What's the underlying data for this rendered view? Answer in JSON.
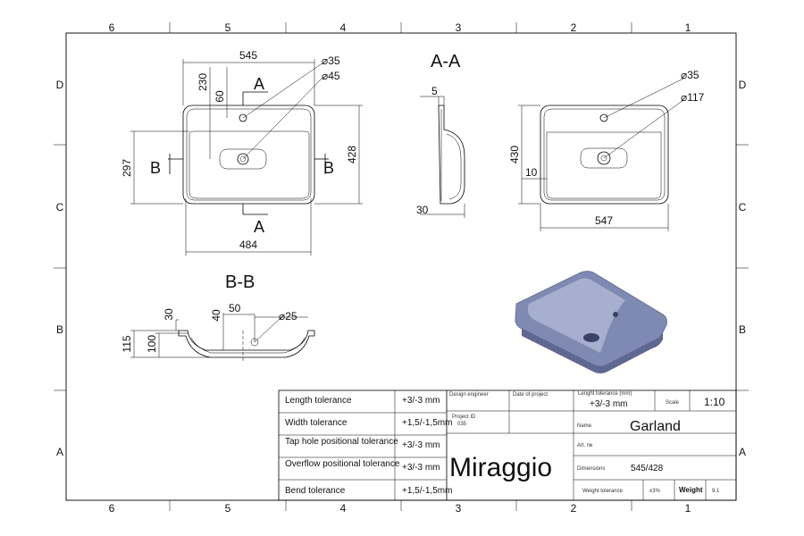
{
  "frame": {
    "col_labels": [
      "6",
      "5",
      "4",
      "3",
      "2",
      "1"
    ],
    "row_labels": [
      "D",
      "C",
      "B",
      "A"
    ]
  },
  "top_view": {
    "dim_width_top": "545",
    "dim_230": "230",
    "dim_60": "60",
    "dim_hole_35": "⌀35",
    "dim_hole_45": "⌀45",
    "dim_height_left": "297",
    "dim_height_right": "428",
    "dim_width_bottom": "484",
    "section_a": "A",
    "section_b": "B"
  },
  "side_view": {
    "title": "A-A",
    "dim_5": "5",
    "dim_30": "30"
  },
  "right_view": {
    "dim_hole_35": "⌀35",
    "dim_hole_117": "⌀117",
    "dim_430": "430",
    "dim_10": "10",
    "dim_547": "547"
  },
  "section_bb": {
    "title": "B-B",
    "dim_30": "30",
    "dim_40": "40",
    "dim_50": "50",
    "dim_hole_25": "⌀25",
    "dim_115": "115",
    "dim_100": "100"
  },
  "title_block": {
    "rows": [
      {
        "label": "Length tolerance",
        "value": "+3/-3 mm"
      },
      {
        "label": "Width tolerance",
        "value": "+1,5/-1,5mm"
      },
      {
        "label": "Tap hole positional tolerance",
        "value": "+3/-3 mm"
      },
      {
        "label": "Overflow positional tolerance",
        "value": "+3/-3 mm"
      },
      {
        "label": "Bend tolerance",
        "value": "+1,5/-1,5mm"
      }
    ],
    "design_engineer": "Design engineer",
    "date_of_project": "Date of project",
    "project_id_label": "Project ID",
    "project_id_value": "035",
    "length_tol_label": "Lenght tolerance (mm)",
    "length_tol_value": "+3/-3 mm",
    "scale_label": "Scale",
    "scale_value": "1:10",
    "name_label": "Name",
    "name_value": "Garland",
    "art_label": "Art. №",
    "dimensions_label": "Dimensions",
    "dimensions_value": "545/428",
    "weight_tol_label": "Weight tolerance",
    "weight_tol_value": "±3%",
    "weight_label": "Weight",
    "weight_value": "9.1",
    "brand": "Miraggio"
  },
  "colors": {
    "basin_fill": "#7f8ab3",
    "basin_light": "#a6afd0",
    "drawing_line": "#000000"
  }
}
